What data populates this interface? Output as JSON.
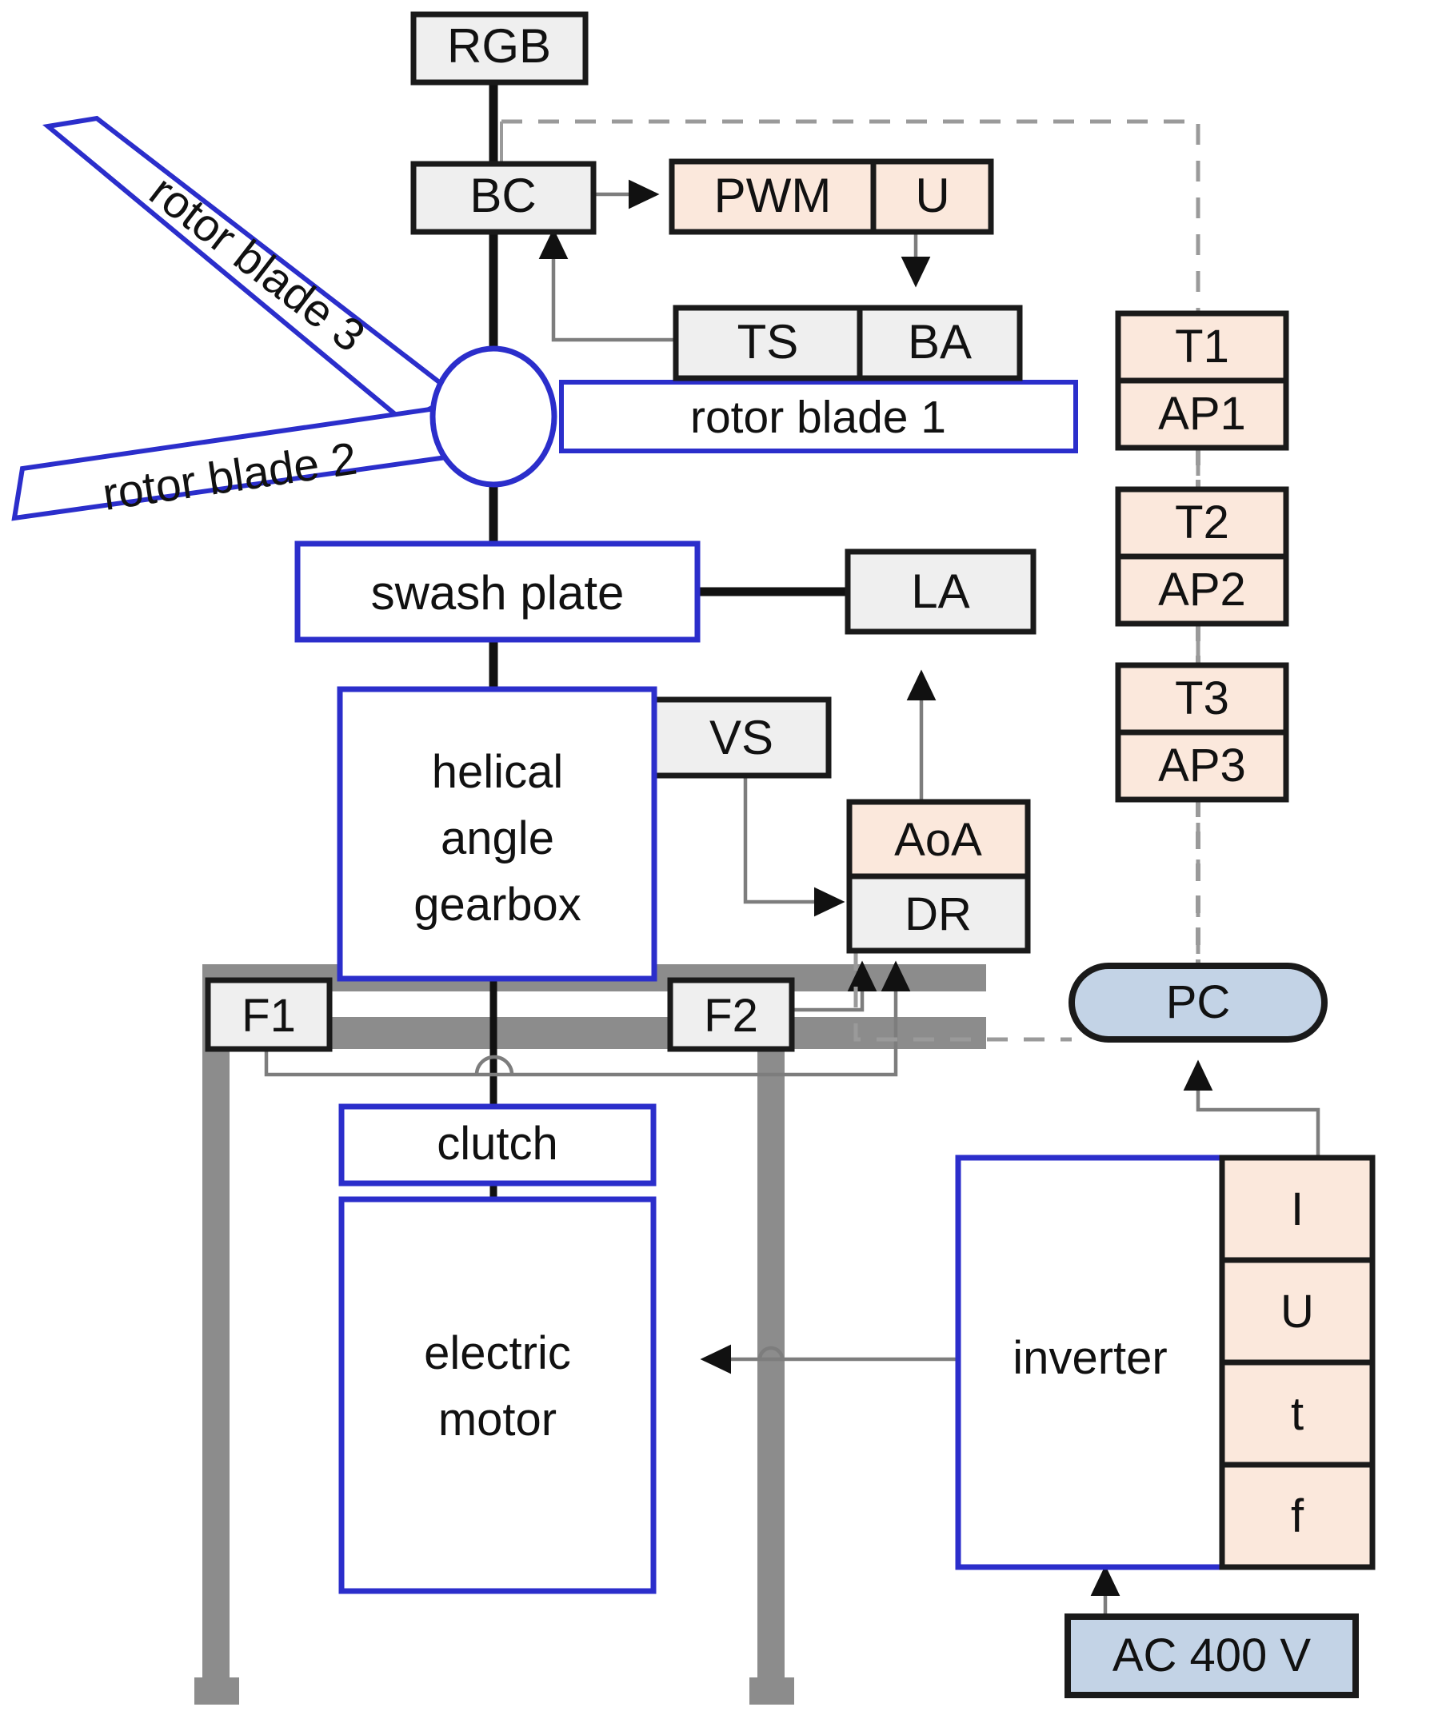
{
  "diagram": {
    "title": "Wind turbine nacelle test rig block diagram",
    "colors": {
      "grey_fill": "#efefef",
      "peach_fill": "#fbe8dc",
      "blue_fill": "#c3d3e6",
      "blue_outline": "#2b2ecb",
      "black_outline": "#1a1a1a",
      "frame_grey": "#8c8c8c",
      "connector_grey": "#7d7d7d"
    }
  },
  "blocks": {
    "rgb": "RGB",
    "bc": "BC",
    "pwm": "PWM",
    "u_pwm": "U",
    "ts": "TS",
    "ba": "BA",
    "rotor_blade_1": "rotor blade 1",
    "rotor_blade_2": "rotor blade 2",
    "rotor_blade_3": "rotor blade 3",
    "swash_plate": "swash plate",
    "la": "LA",
    "vs": "VS",
    "aoa": "AoA",
    "dr": "DR",
    "gearbox_line1": "helical",
    "gearbox_line2": "angle",
    "gearbox_line3": "gearbox",
    "f1": "F1",
    "f2": "F2",
    "clutch": "clutch",
    "motor_line1": "electric",
    "motor_line2": "motor",
    "inverter": "inverter",
    "i": "I",
    "u_inv": "U",
    "t_inv": "t",
    "f_inv": "f",
    "pc": "PC",
    "ac_supply": "AC 400 V",
    "t1": "T1",
    "ap1": "AP1",
    "t2": "T2",
    "ap2": "AP2",
    "t3": "T3",
    "ap3": "AP3"
  }
}
